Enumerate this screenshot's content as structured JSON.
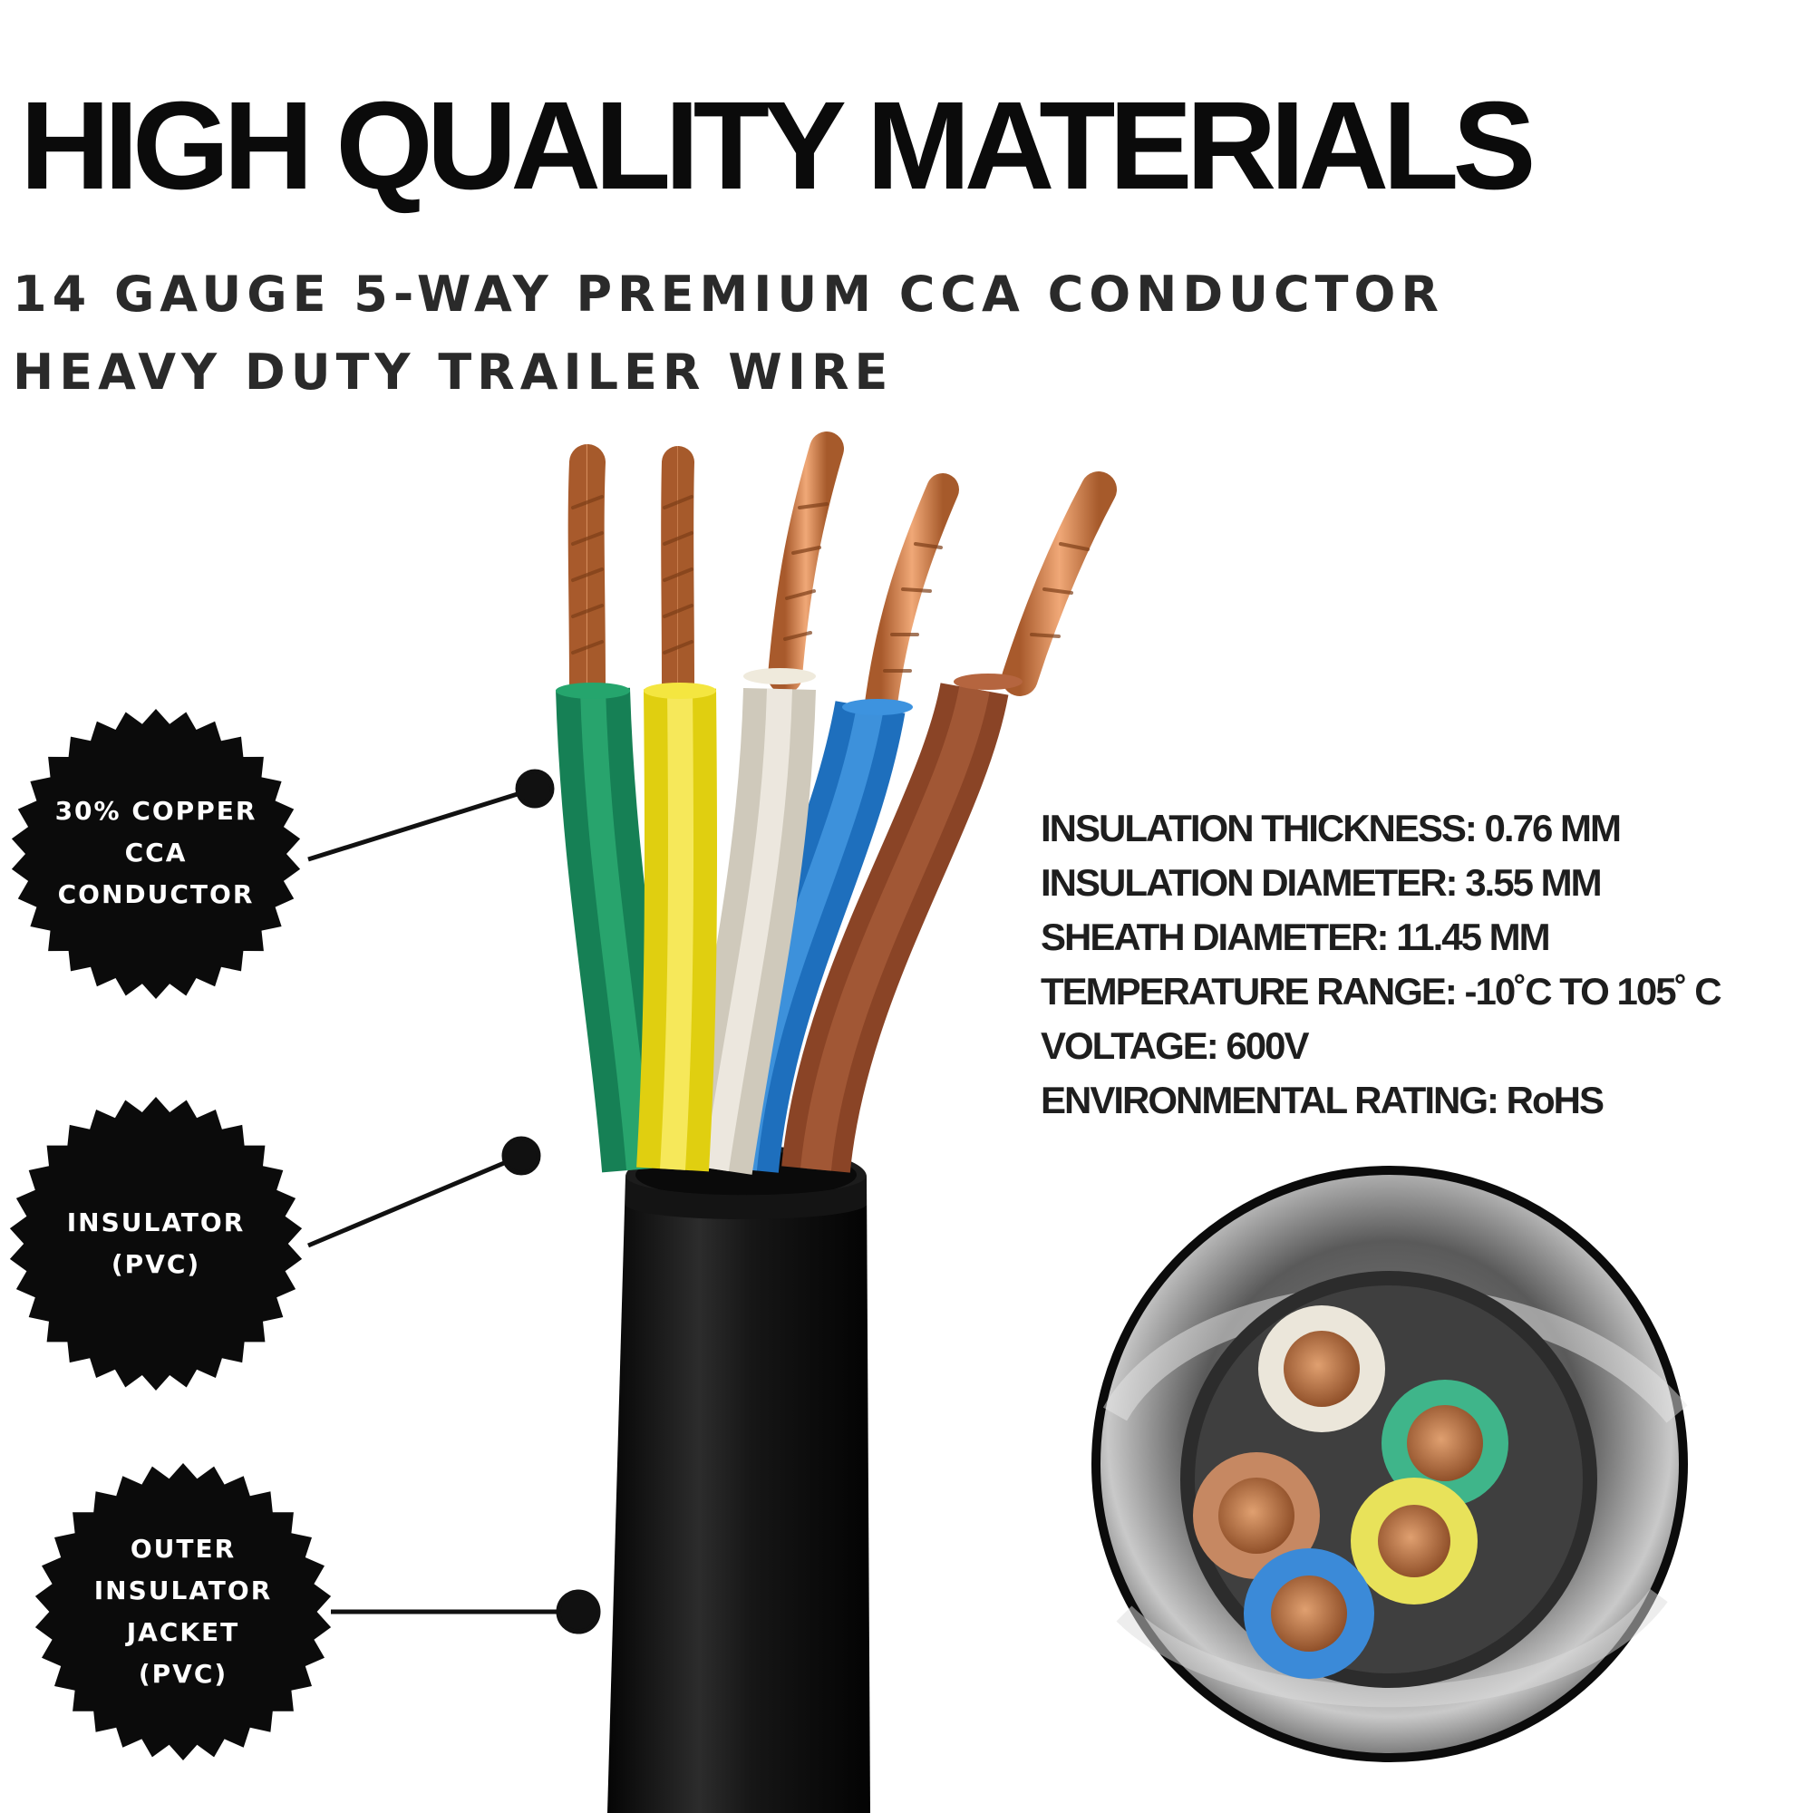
{
  "headline": "HIGH QUALITY MATERIALS",
  "subheadline": {
    "line1": "14 GAUGE 5-WAY PREMIUM CCA CONDUCTOR",
    "line2": "HEAVY DUTY TRAILER WIRE"
  },
  "callouts": [
    {
      "lines": [
        "30% COPPER",
        "CCA",
        "CONDUCTOR"
      ]
    },
    {
      "lines": [
        "INSULATOR",
        "(PVC)"
      ]
    },
    {
      "lines": [
        "OUTER",
        "INSULATOR",
        "JACKET",
        "(PVC)"
      ]
    }
  ],
  "specs": [
    "INSULATION THICKNESS: 0.76 MM",
    "INSULATION DIAMETER: 3.55 MM",
    "SHEATH DIAMETER: 11.45 MM",
    "TEMPERATURE RANGE: -10˚C TO 105˚ C",
    "VOLTAGE: 600V",
    "ENVIRONMENTAL RATING: RoHS"
  ],
  "wire_colors": {
    "green": "#1f9a63",
    "yellow": "#f2e21a",
    "white": "#e6e2d6",
    "blue": "#2f86d3",
    "brown": "#9c5232",
    "copper": "#d9844e",
    "jacket": "#111111"
  },
  "icons": [
    "starburst-badge-icon",
    "callout-dot-icon",
    "cable-illustration",
    "cable-cross-section-illustration"
  ]
}
